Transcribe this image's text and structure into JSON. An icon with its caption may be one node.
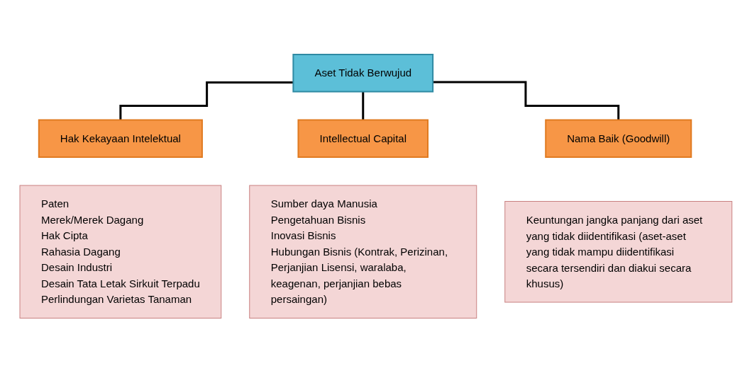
{
  "diagram": {
    "nodes": [
      {
        "text": [
          "Aset Tidak Berwujud"
        ]
      },
      {
        "text": [
          "Hak Kekayaan Intelektual"
        ]
      },
      {
        "text": [
          "Intellectual Capital"
        ]
      },
      {
        "text": [
          "Nama Baik (Goodwill)"
        ]
      },
      {
        "text": [
          "Paten",
          "Merek/Merek Dagang",
          "Hak Cipta",
          "Rahasia Dagang",
          "Desain Industri",
          "Desain Tata Letak Sirkuit Terpadu",
          "Perlindungan Varietas Tanaman"
        ]
      },
      {
        "text": [
          "Sumber daya Manusia",
          "Pengetahuan Bisnis",
          "Inovasi Bisnis",
          "Hubungan Bisnis (Kontrak, Perizinan, Perjanjian Lisensi, waralaba, keagenan, perjanjian bebas persaingan)"
        ]
      },
      {
        "text": [
          "Keuntungan jangka panjang dari aset yang tidak diidentifikasi (aset-aset yang tidak mampu diidentifikasi secara tersendiri dan diakui secara khusus)"
        ]
      }
    ],
    "edges": [
      {
        "from": 0,
        "to": 1,
        "arrow": "none"
      },
      {
        "from": 0,
        "to": 2,
        "arrow": "none"
      },
      {
        "from": 0,
        "to": 3,
        "arrow": "none"
      }
    ]
  }
}
